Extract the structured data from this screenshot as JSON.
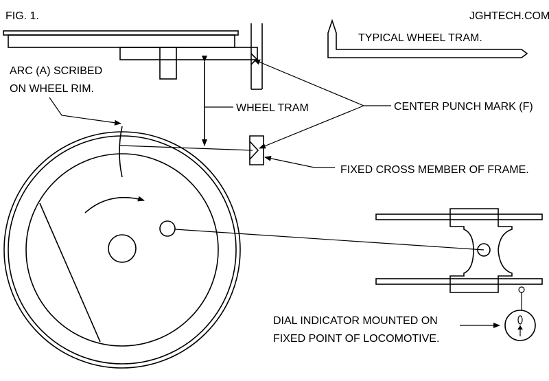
{
  "figure": {
    "label": "FIG. 1.",
    "source": "JGHTECH.COM"
  },
  "labels": {
    "typical": "TYPICAL WHEEL TRAM.",
    "arc_line1": "ARC (A) SCRIBED",
    "arc_line2": "ON WHEEL RIM.",
    "wheel_tram": "WHEEL TRAM",
    "center_punch": "CENTER PUNCH MARK (F)",
    "cross_member": "FIXED CROSS MEMBER OF FRAME.",
    "dial_line1": "DIAL INDICATOR MOUNTED ON",
    "dial_line2": "FIXED POINT OF LOCOMOTIVE."
  }
}
